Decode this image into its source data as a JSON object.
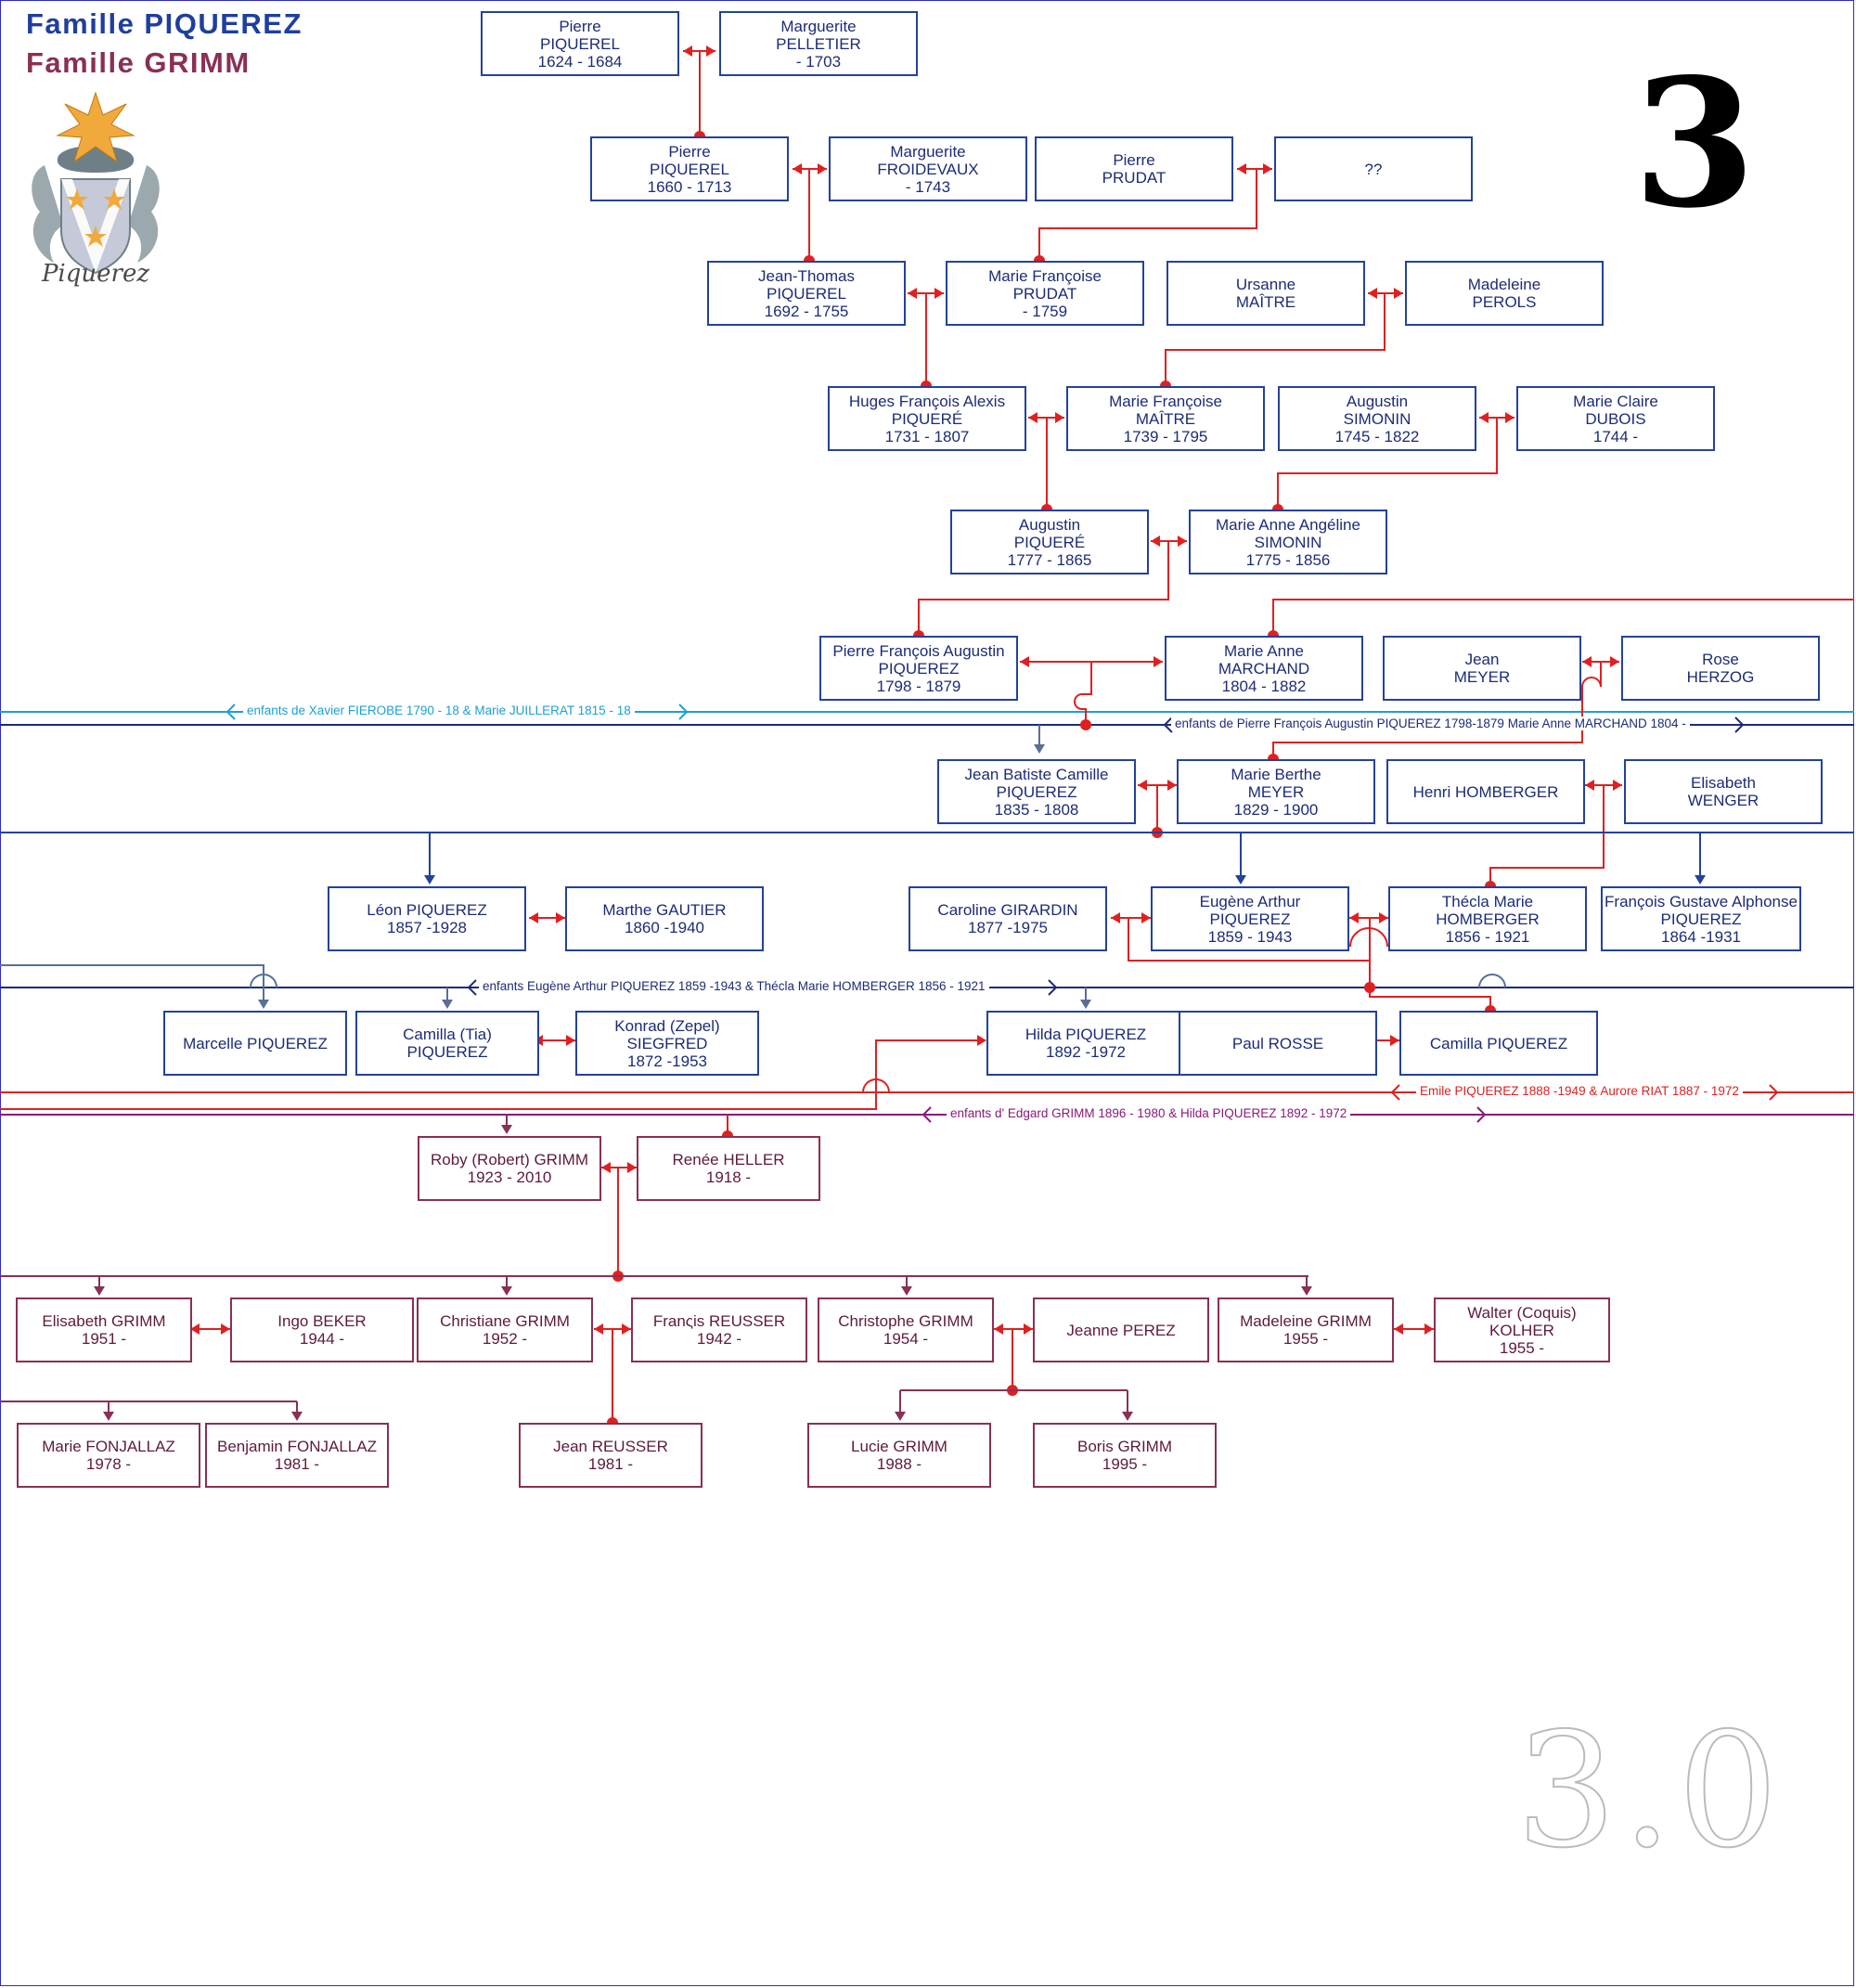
{
  "titles": {
    "piquerez": "Famille PIQUEREZ",
    "grimm": "Famille GRIMM",
    "page_number": "3",
    "page_number_sub": "3.0",
    "crest_text": "Piquerez"
  },
  "colors": {
    "piquerez_blue": "#23429a",
    "grimm_purple": "#8a2f55",
    "link_red": "#e02020",
    "bar_cyan": "#1aa0d8"
  },
  "persons": [
    {
      "id": "p1",
      "lines": [
        "Pierre",
        "PIQUEREL",
        "1624 - 1684"
      ],
      "family": "blue"
    },
    {
      "id": "p2",
      "lines": [
        "Marguerite",
        "PELLETIER",
        "- 1703"
      ],
      "family": "blue"
    },
    {
      "id": "p3",
      "lines": [
        "Pierre",
        "PIQUEREL",
        "1660 - 1713"
      ],
      "family": "blue"
    },
    {
      "id": "p4",
      "lines": [
        "Marguerite",
        "FROIDEVAUX",
        "- 1743"
      ],
      "family": "blue"
    },
    {
      "id": "p5",
      "lines": [
        "Pierre",
        "PRUDAT"
      ],
      "family": "blue"
    },
    {
      "id": "p6",
      "lines": [
        "??"
      ],
      "family": "blue"
    },
    {
      "id": "p7",
      "lines": [
        "Jean-Thomas",
        "PIQUEREL",
        "1692 - 1755"
      ],
      "family": "blue"
    },
    {
      "id": "p8",
      "lines": [
        "Marie Françoise",
        "PRUDAT",
        "- 1759"
      ],
      "family": "blue"
    },
    {
      "id": "p9",
      "lines": [
        "Ursanne",
        "MAÎTRE"
      ],
      "family": "blue"
    },
    {
      "id": "p10",
      "lines": [
        "Madeleine",
        "PEROLS"
      ],
      "family": "blue"
    },
    {
      "id": "p11",
      "lines": [
        "Huges François Alexis",
        "PIQUERÉ",
        "1731 - 1807"
      ],
      "family": "blue"
    },
    {
      "id": "p12",
      "lines": [
        "Marie Françoise",
        "MAÎTRE",
        "1739 - 1795"
      ],
      "family": "blue"
    },
    {
      "id": "p13",
      "lines": [
        "Augustin",
        "SIMONIN",
        "1745 - 1822"
      ],
      "family": "blue"
    },
    {
      "id": "p14",
      "lines": [
        "Marie Claire",
        "DUBOIS",
        "1744 -"
      ],
      "family": "blue"
    },
    {
      "id": "p15",
      "lines": [
        "Augustin",
        "PIQUERÉ",
        "1777 - 1865"
      ],
      "family": "blue"
    },
    {
      "id": "p16",
      "lines": [
        "Marie Anne Angéline",
        "SIMONIN",
        "1775 - 1856"
      ],
      "family": "blue"
    },
    {
      "id": "p17",
      "lines": [
        "Pierre François Augustin",
        "PIQUEREZ",
        "1798 - 1879"
      ],
      "family": "blue"
    },
    {
      "id": "p18",
      "lines": [
        "Marie Anne",
        "MARCHAND",
        "1804 - 1882"
      ],
      "family": "blue"
    },
    {
      "id": "p19",
      "lines": [
        "Jean",
        "MEYER"
      ],
      "family": "blue"
    },
    {
      "id": "p20",
      "lines": [
        "Rose",
        "HERZOG"
      ],
      "family": "blue"
    },
    {
      "id": "p21",
      "lines": [
        "Jean Batiste Camille",
        "PIQUEREZ",
        "1835 - 1808"
      ],
      "family": "blue"
    },
    {
      "id": "p22",
      "lines": [
        "Marie Berthe",
        "MEYER",
        "1829 - 1900"
      ],
      "family": "blue"
    },
    {
      "id": "p23",
      "lines": [
        "Henri HOMBERGER"
      ],
      "family": "blue"
    },
    {
      "id": "p24",
      "lines": [
        "Elisabeth",
        "WENGER"
      ],
      "family": "blue"
    },
    {
      "id": "p25",
      "lines": [
        "Léon PIQUEREZ",
        "1857 -1928"
      ],
      "family": "blue"
    },
    {
      "id": "p26",
      "lines": [
        "Marthe GAUTIER",
        "1860 -1940"
      ],
      "family": "blue"
    },
    {
      "id": "p27",
      "lines": [
        "Caroline GIRARDIN",
        "1877 -1975"
      ],
      "family": "blue"
    },
    {
      "id": "p28",
      "lines": [
        "Eugène Arthur",
        "PIQUEREZ",
        "1859 - 1943"
      ],
      "family": "blue"
    },
    {
      "id": "p29",
      "lines": [
        "Thécla Marie",
        "HOMBERGER",
        "1856 - 1921"
      ],
      "family": "blue"
    },
    {
      "id": "p30",
      "lines": [
        "François Gustave Alphonse",
        "PIQUEREZ",
        "1864 -1931"
      ],
      "family": "blue"
    },
    {
      "id": "p31",
      "lines": [
        "Marcelle PIQUEREZ"
      ],
      "family": "blue"
    },
    {
      "id": "p32",
      "lines": [
        "Camilla (Tia)",
        "PIQUEREZ"
      ],
      "family": "blue"
    },
    {
      "id": "p33",
      "lines": [
        "Konrad (Zepel)",
        "SIEGFRED",
        "1872 -1953"
      ],
      "family": "blue"
    },
    {
      "id": "p34",
      "lines": [
        "Hilda PIQUEREZ",
        "1892 -1972"
      ],
      "family": "blue"
    },
    {
      "id": "p35",
      "lines": [
        "Paul ROSSE"
      ],
      "family": "blue"
    },
    {
      "id": "p36",
      "lines": [
        "Camilla PIQUEREZ"
      ],
      "family": "blue"
    },
    {
      "id": "p37",
      "lines": [
        "Roby (Robert) GRIMM",
        "1923 - 2010"
      ],
      "family": "grimm"
    },
    {
      "id": "p38",
      "lines": [
        "Renée HELLER",
        "1918 -"
      ],
      "family": "grimm"
    },
    {
      "id": "p39",
      "lines": [
        "Elisabeth GRIMM",
        "1951 -"
      ],
      "family": "grimm"
    },
    {
      "id": "p40",
      "lines": [
        "Ingo BEKER",
        "1944 -"
      ],
      "family": "grimm"
    },
    {
      "id": "p41",
      "lines": [
        "Christiane GRIMM",
        "1952 -"
      ],
      "family": "grimm"
    },
    {
      "id": "p42",
      "lines": [
        "Franςis REUSSER",
        "1942 -"
      ],
      "family": "grimm"
    },
    {
      "id": "p43",
      "lines": [
        "Christophe GRIMM",
        "1954 -"
      ],
      "family": "grimm"
    },
    {
      "id": "p44",
      "lines": [
        "Jeanne PEREZ"
      ],
      "family": "grimm"
    },
    {
      "id": "p45",
      "lines": [
        "Madeleine GRIMM",
        "1955 -"
      ],
      "family": "grimm"
    },
    {
      "id": "p46",
      "lines": [
        "Walter (Coquis)",
        "KOLHER",
        "1955 -"
      ],
      "family": "grimm"
    },
    {
      "id": "p47",
      "lines": [
        "Marie FONJALLAZ",
        "1978 -"
      ],
      "family": "grimm"
    },
    {
      "id": "p48",
      "lines": [
        "Benjamin FONJALLAZ",
        "1981 -"
      ],
      "family": "grimm"
    },
    {
      "id": "p49",
      "lines": [
        "Jean REUSSER",
        "1981 -"
      ],
      "family": "grimm"
    },
    {
      "id": "p50",
      "lines": [
        "Lucie GRIMM",
        "1988 -"
      ],
      "family": "grimm"
    },
    {
      "id": "p51",
      "lines": [
        "Boris GRIMM",
        "1995 -"
      ],
      "family": "grimm"
    }
  ],
  "bars": [
    {
      "id": "b1",
      "text": "enfants de Xavier FIEROBE 1790 - 18   &  Marie JUILLERAT 1815 - 18",
      "color": "#1aa0d8"
    },
    {
      "id": "b2",
      "text": "enfants de Pierre François Augustin PIQUEREZ 1798-1879 Marie Anne MARCHAND 1804 -",
      "color": "#1c2c78"
    },
    {
      "id": "b3",
      "text": "enfants Eugène Arthur PIQUEREZ 1859 -1943 & Thécla Marie HOMBERGER 1856 - 1921",
      "color": "#1c2c78"
    },
    {
      "id": "b4",
      "text": "Emile PIQUEREZ 1888 -1949 & Aurore RIAT 1887 - 1972",
      "color": "#e02020"
    },
    {
      "id": "b5",
      "text": "enfants d' Edgard GRIMM 1896 - 1980 & Hilda PIQUEREZ 1892 - 1972",
      "color": "#8a1a78"
    }
  ]
}
